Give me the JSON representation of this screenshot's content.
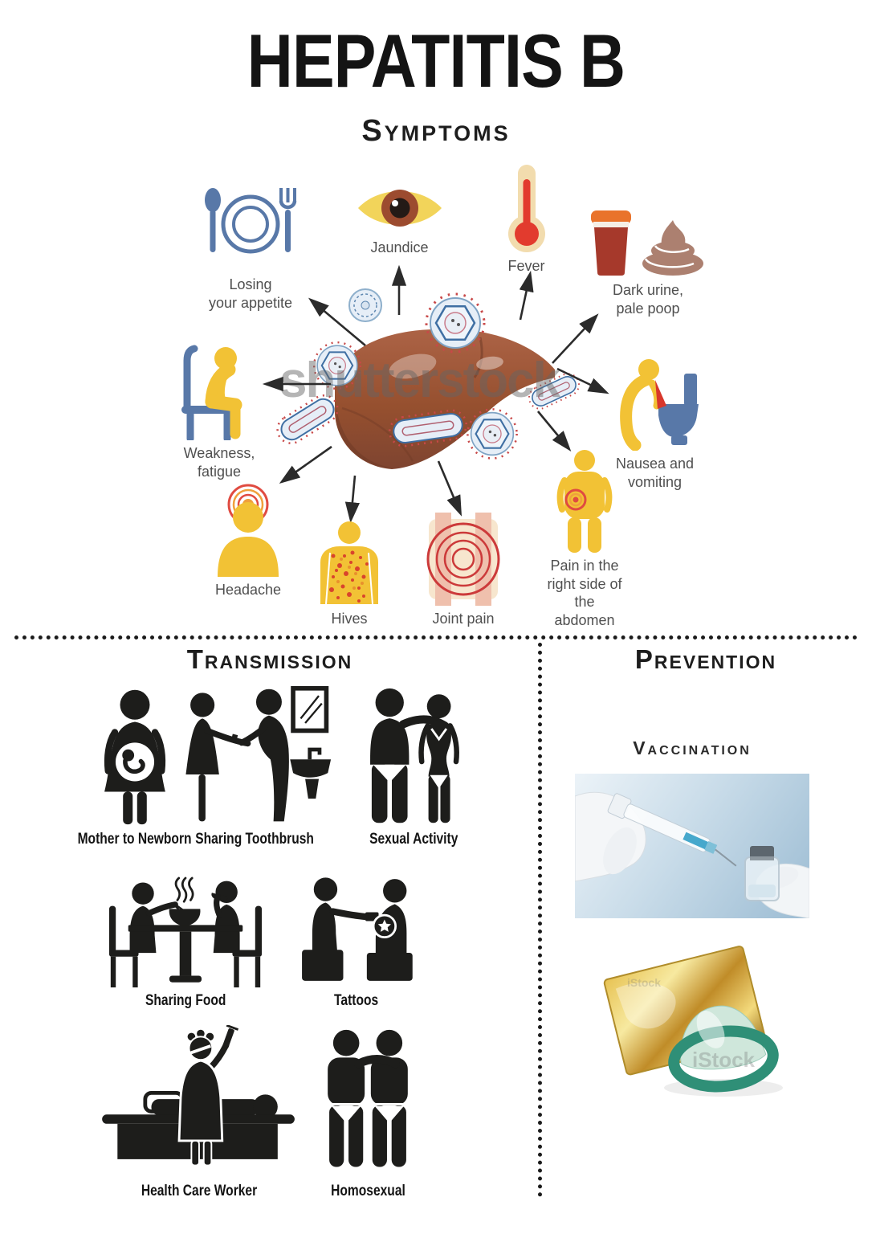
{
  "title": "HEPATITIS B",
  "symptoms": {
    "heading": "Symptoms",
    "items": [
      {
        "name": "losing-appetite",
        "label": "Losing\nyour appetite"
      },
      {
        "name": "jaundice",
        "label": "Jaundice"
      },
      {
        "name": "fever",
        "label": "Fever"
      },
      {
        "name": "dark-urine-pale-poop",
        "label": "Dark urine,\npale poop"
      },
      {
        "name": "weakness-fatigue",
        "label": "Weakness,\nfatigue"
      },
      {
        "name": "nausea-vomiting",
        "label": "Nausea and\nvomiting"
      },
      {
        "name": "headache",
        "label": "Headache"
      },
      {
        "name": "hives",
        "label": "Hives"
      },
      {
        "name": "joint-pain",
        "label": "Joint pain"
      },
      {
        "name": "abdomen-pain",
        "label": "Pain in the\nright side of\nthe abdomen"
      }
    ]
  },
  "transmission": {
    "heading": "Transmission",
    "items": [
      {
        "name": "mother-to-newborn",
        "label": "Mother to Newborn"
      },
      {
        "name": "sharing-toothbrush",
        "label": "Sharing Toothbrush"
      },
      {
        "name": "sexual-activity",
        "label": "Sexual Activity"
      },
      {
        "name": "sharing-food",
        "label": "Sharing Food"
      },
      {
        "name": "tattoos",
        "label": "Tattoos"
      },
      {
        "name": "health-care-worker",
        "label": "Health Care Worker"
      },
      {
        "name": "homosexual",
        "label": "Homosexual"
      }
    ]
  },
  "prevention": {
    "heading": "Prevention",
    "vaccination_label": "Vaccination"
  },
  "watermarks": {
    "shutterstock": "shutterstock",
    "istock": "iStock"
  },
  "colors": {
    "figure_yellow": "#F2C235",
    "slate_blue": "#5878A8",
    "alert_red": "#E04B41",
    "liver_brown": "#9A563A",
    "urine_red": "#A6392B",
    "cap_orange": "#E9732B",
    "poop_brown": "#AC8070",
    "pictogram_black": "#1D1D1B",
    "joint_pink": "#EFC0AD",
    "condom_teal": "#2F8F77",
    "wrapper_gold": "#D9A92F"
  }
}
